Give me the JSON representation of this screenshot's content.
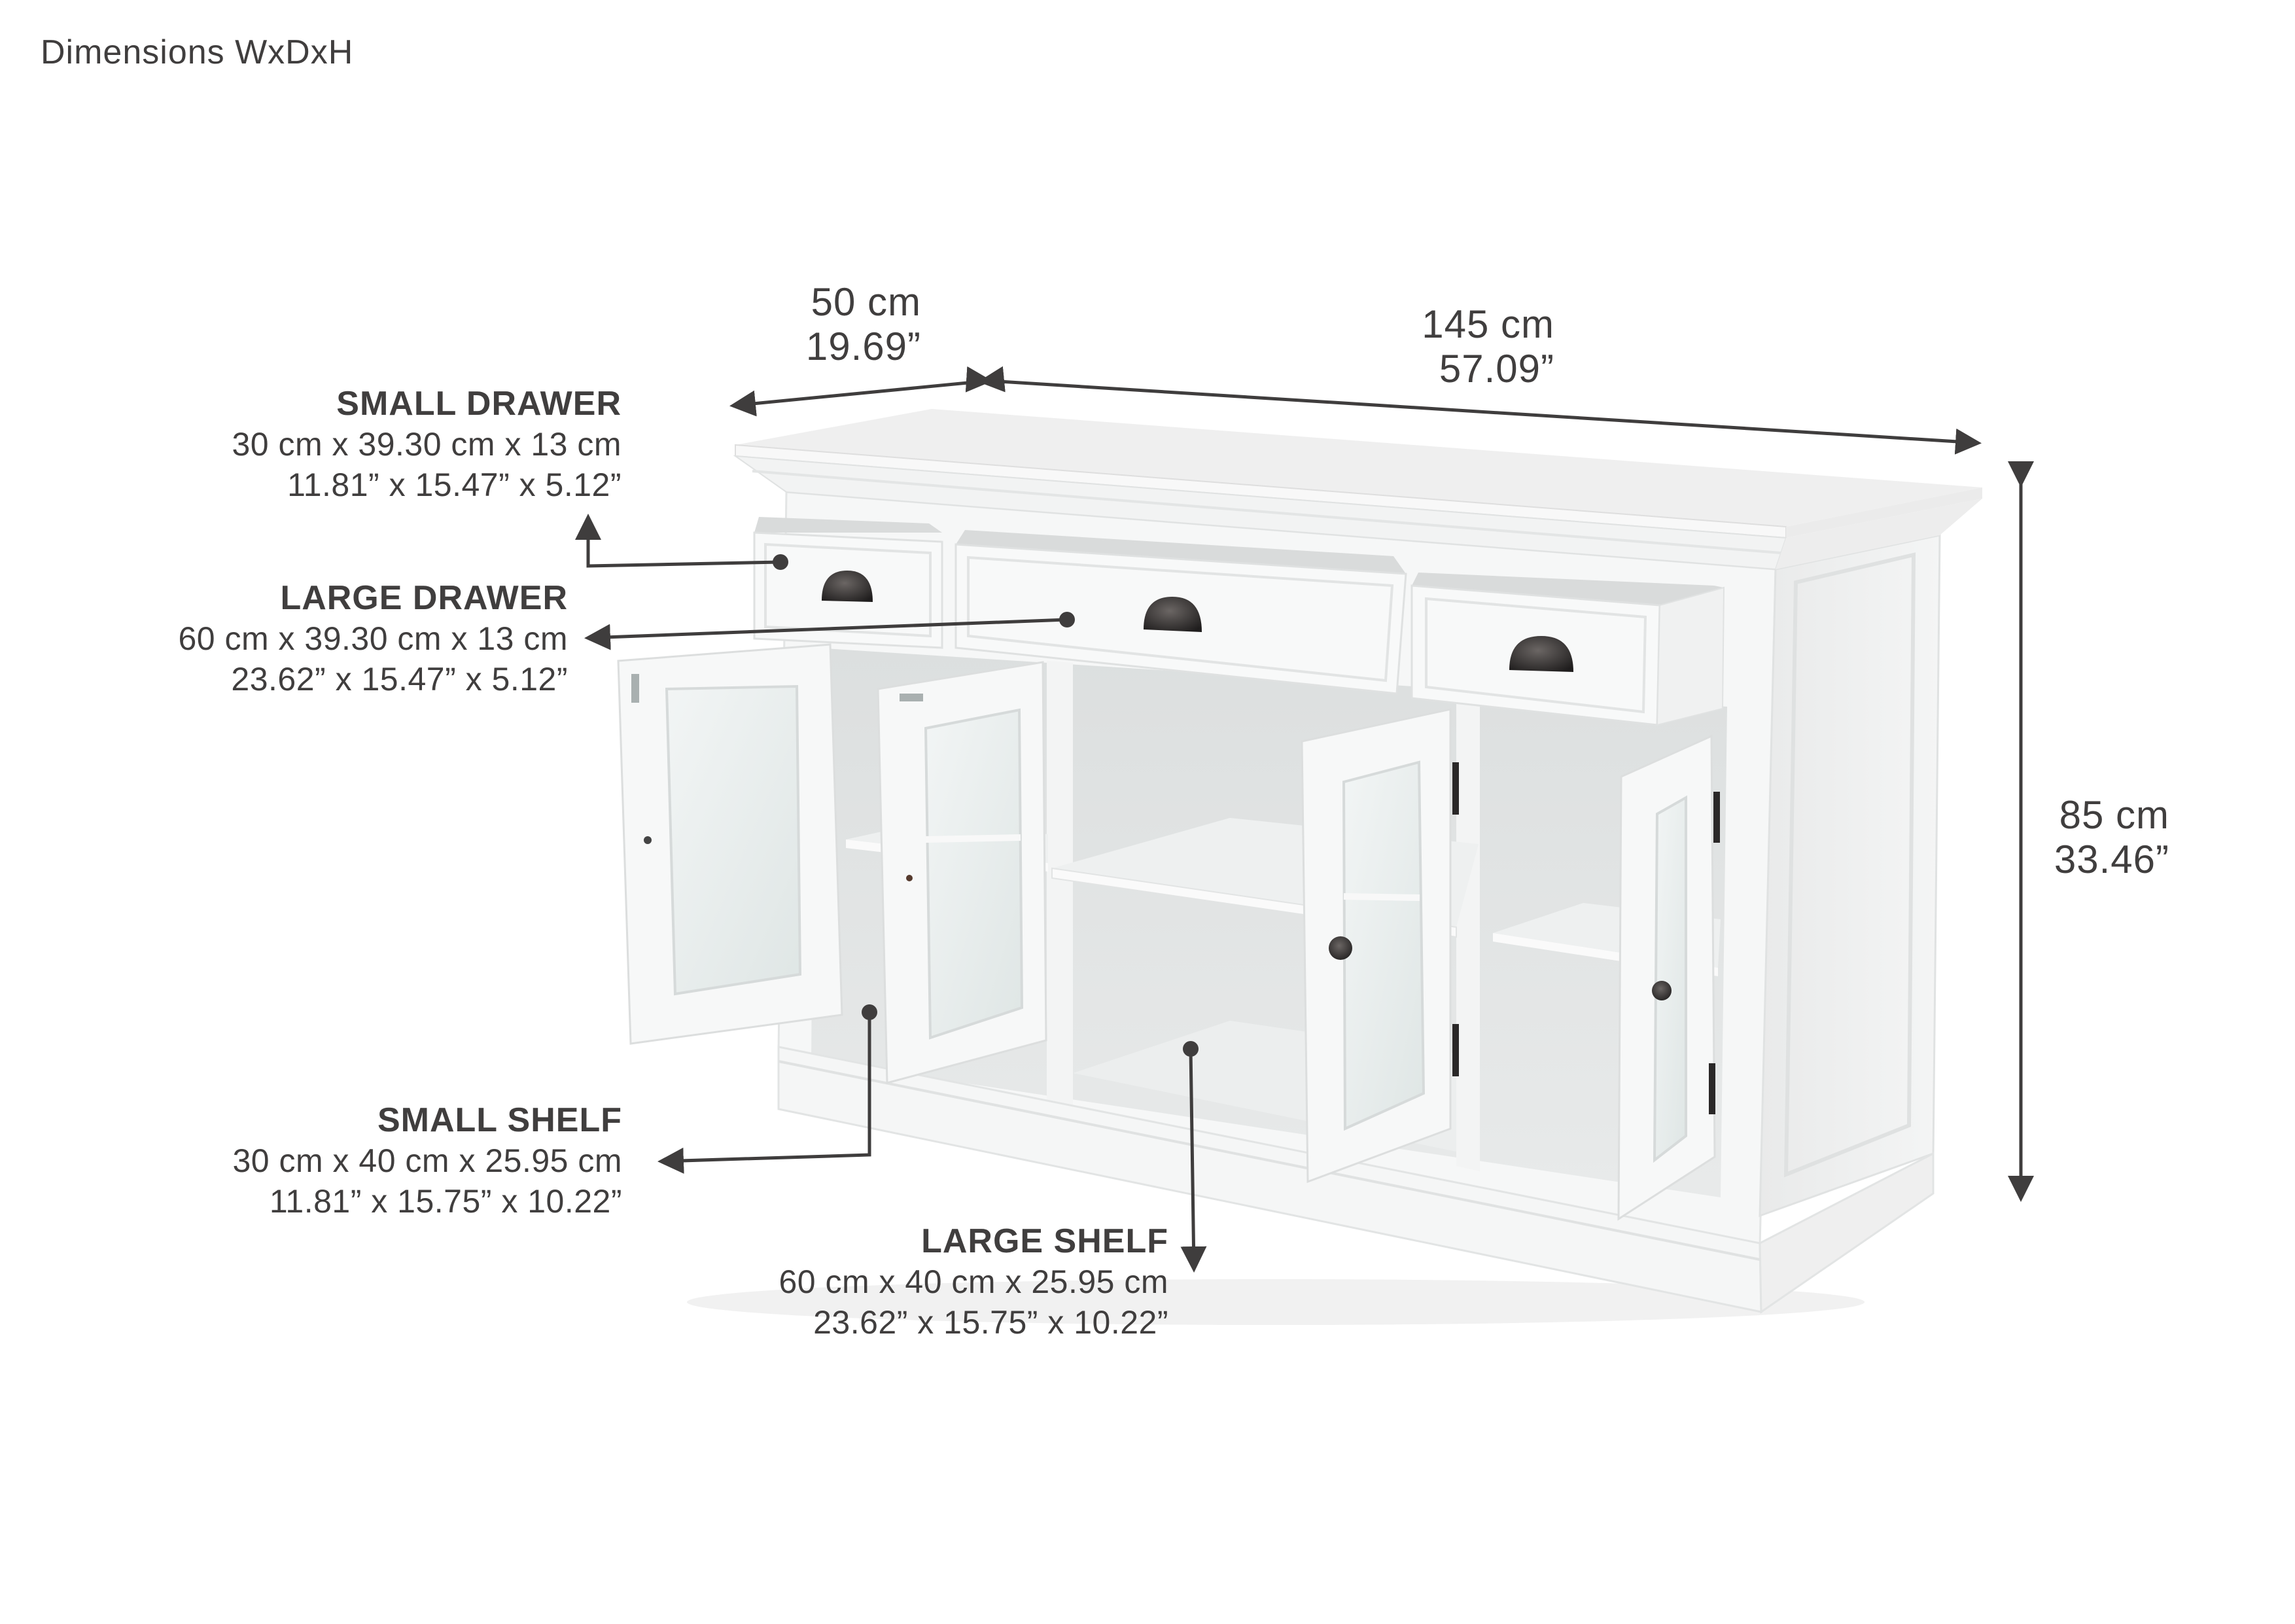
{
  "page": {
    "title": "Dimensions WxDxH",
    "background": "#ffffff",
    "text_color": "#403e3e",
    "line_color": "#3f3d3d"
  },
  "product": {
    "name": "white sideboard cabinet",
    "features": [
      "3 open drawers with cup handles",
      "4 open glass doors",
      "interior shelves",
      "crown molding top",
      "plinth base"
    ]
  },
  "dimensions": {
    "depth": {
      "cm": "50 cm",
      "inch": "19.69”"
    },
    "width": {
      "cm": "145 cm",
      "inch": "57.09”"
    },
    "height": {
      "cm": "85 cm",
      "inch": "33.46”"
    }
  },
  "callouts": {
    "small_drawer": {
      "title": "SMALL DRAWER",
      "metric": "30 cm x 39.30 cm x 13 cm",
      "imperial": "11.81” x 15.47” x 5.12”"
    },
    "large_drawer": {
      "title": "LARGE DRAWER",
      "metric": "60 cm x 39.30 cm x 13 cm",
      "imperial": "23.62” x 15.47” x 5.12”"
    },
    "small_shelf": {
      "title": "SMALL SHELF",
      "metric": "30 cm x 40 cm x 25.95 cm",
      "imperial": "11.81” x 15.75” x 10.22”"
    },
    "large_shelf": {
      "title": "LARGE SHELF",
      "metric": "60 cm x 40 cm x 25.95 cm",
      "imperial": "23.62” x 15.75” x 10.22”"
    }
  }
}
